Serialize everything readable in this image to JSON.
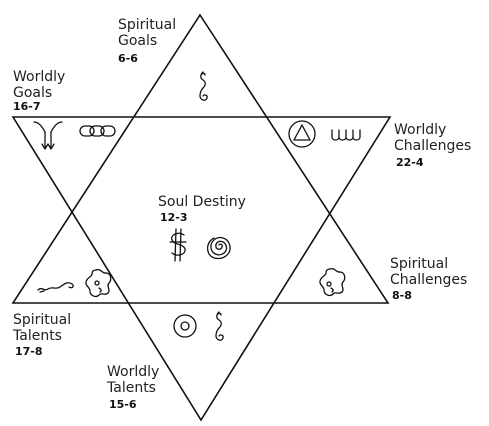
{
  "diagram": {
    "positions": {
      "spiritual_goals": {
        "name_line1": "Spiritual",
        "name_line2": "Goals",
        "number": "6-6"
      },
      "worldly_goals": {
        "name_line1": "Worldly",
        "name_line2": "Goals",
        "number": "16-7"
      },
      "worldly_challenges": {
        "name_line1": "Worldly",
        "name_line2": "Challenges",
        "number": "22-4"
      },
      "soul_destiny": {
        "name": "Soul Destiny",
        "number": "12-3"
      },
      "spiritual_challenges": {
        "name_line1": "Spiritual",
        "name_line2": "Challenges",
        "number": "8-8"
      },
      "spiritual_talents": {
        "name_line1": "Spiritual",
        "name_line2": "Talents",
        "number": "17-8"
      },
      "worldly_talents": {
        "name_line1": "Worldly",
        "name_line2": "Talents",
        "number": "15-6"
      }
    },
    "symbols": {
      "top": [
        "seahorse-glyph-icon"
      ],
      "upper_left": [
        "fork-arrow-glyph-icon",
        "chain-links-glyph-icon"
      ],
      "upper_right": [
        "circle-triangle-glyph-icon",
        "wave-loops-glyph-icon"
      ],
      "center": [
        "dollar-glyph-icon",
        "spiral-glyph-icon"
      ],
      "lower_left": [
        "squiggle-glyph-icon",
        "blob-glyph-icon"
      ],
      "lower_right": [
        "blob-glyph-icon"
      ],
      "bottom": [
        "concentric-circles-glyph-icon",
        "seahorse-glyph-icon"
      ]
    }
  }
}
